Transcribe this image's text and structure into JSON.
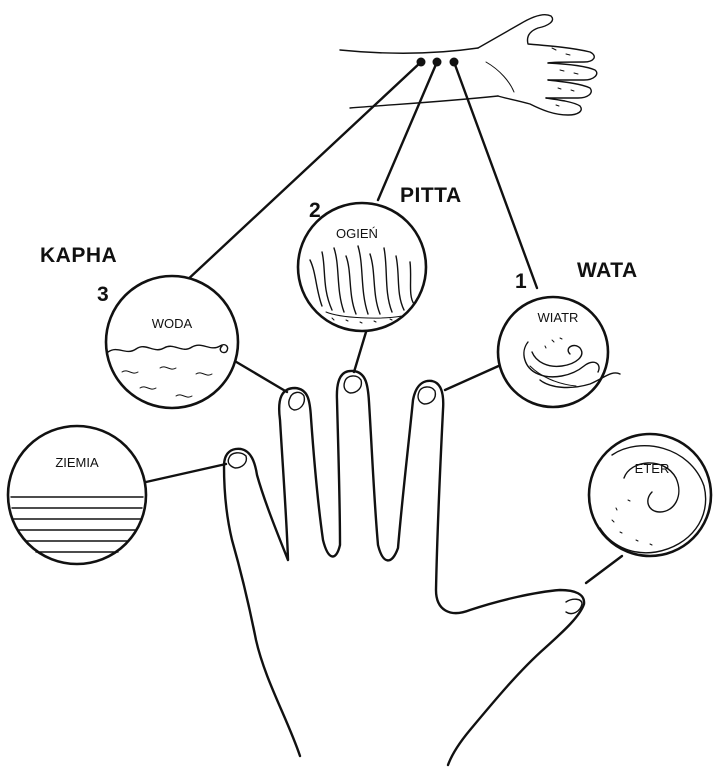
{
  "doshas": {
    "kapha": {
      "name": "KAPHA",
      "number": "3"
    },
    "pitta": {
      "name": "PITTA",
      "number": "2"
    },
    "wata": {
      "name": "WATA",
      "number": "1"
    }
  },
  "elements": {
    "earth": "ZIEMIA",
    "water": "WODA",
    "fire": "OGIEŃ",
    "wind": "WIATR",
    "ether": "ETER"
  },
  "colors": {
    "ink": "#111111",
    "background": "#ffffff"
  }
}
